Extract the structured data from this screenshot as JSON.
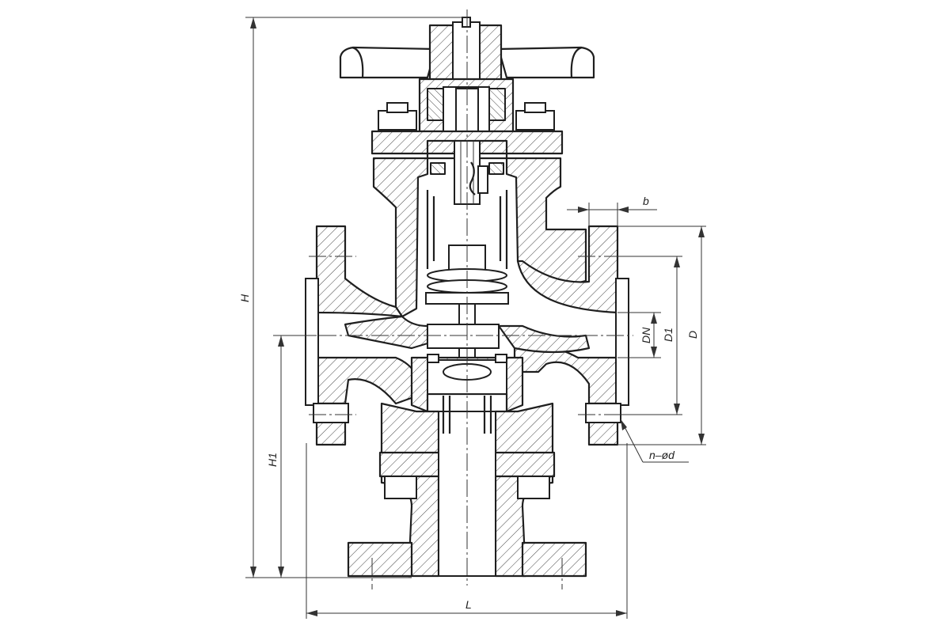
{
  "drawing": {
    "labels": {
      "height": "H",
      "height_to_axis": "H1",
      "length": "L",
      "nominal_diameter": "DN",
      "bolt_circle": "D1",
      "flange_diameter": "D",
      "flange_thickness": "b",
      "holes": "n–ød"
    }
  }
}
